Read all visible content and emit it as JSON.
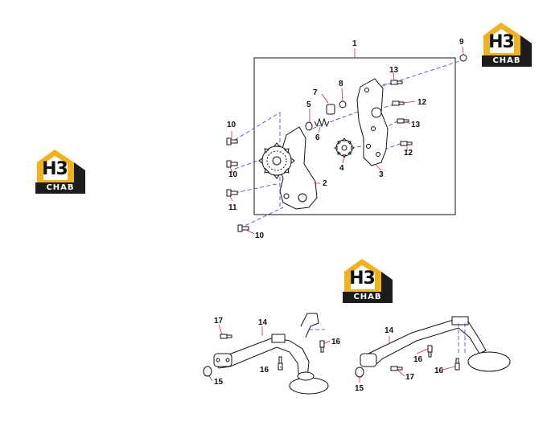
{
  "logo": {
    "letters": "H3",
    "brand": "CHAB"
  },
  "callouts": {
    "c1": "1",
    "c2": "2",
    "c3": "3",
    "c4": "4",
    "c5": "5",
    "c6": "6",
    "c7": "7",
    "c8": "8",
    "c9": "9",
    "c10a": "10",
    "c10b": "10",
    "c10c": "10",
    "c11": "11",
    "c12a": "12",
    "c12b": "12",
    "c13a": "13",
    "c13b": "13",
    "c14a": "14",
    "c14b": "14",
    "c15a": "15",
    "c15b": "15",
    "c16a": "16",
    "c16b": "16",
    "c16c": "16",
    "c16d": "16",
    "c17a": "17",
    "c17b": "17"
  },
  "colors": {
    "leader": "#c8283a",
    "axis": "#3a3acc",
    "logo_yellow": "#f2b21c",
    "logo_dark": "#1c1c1c"
  }
}
